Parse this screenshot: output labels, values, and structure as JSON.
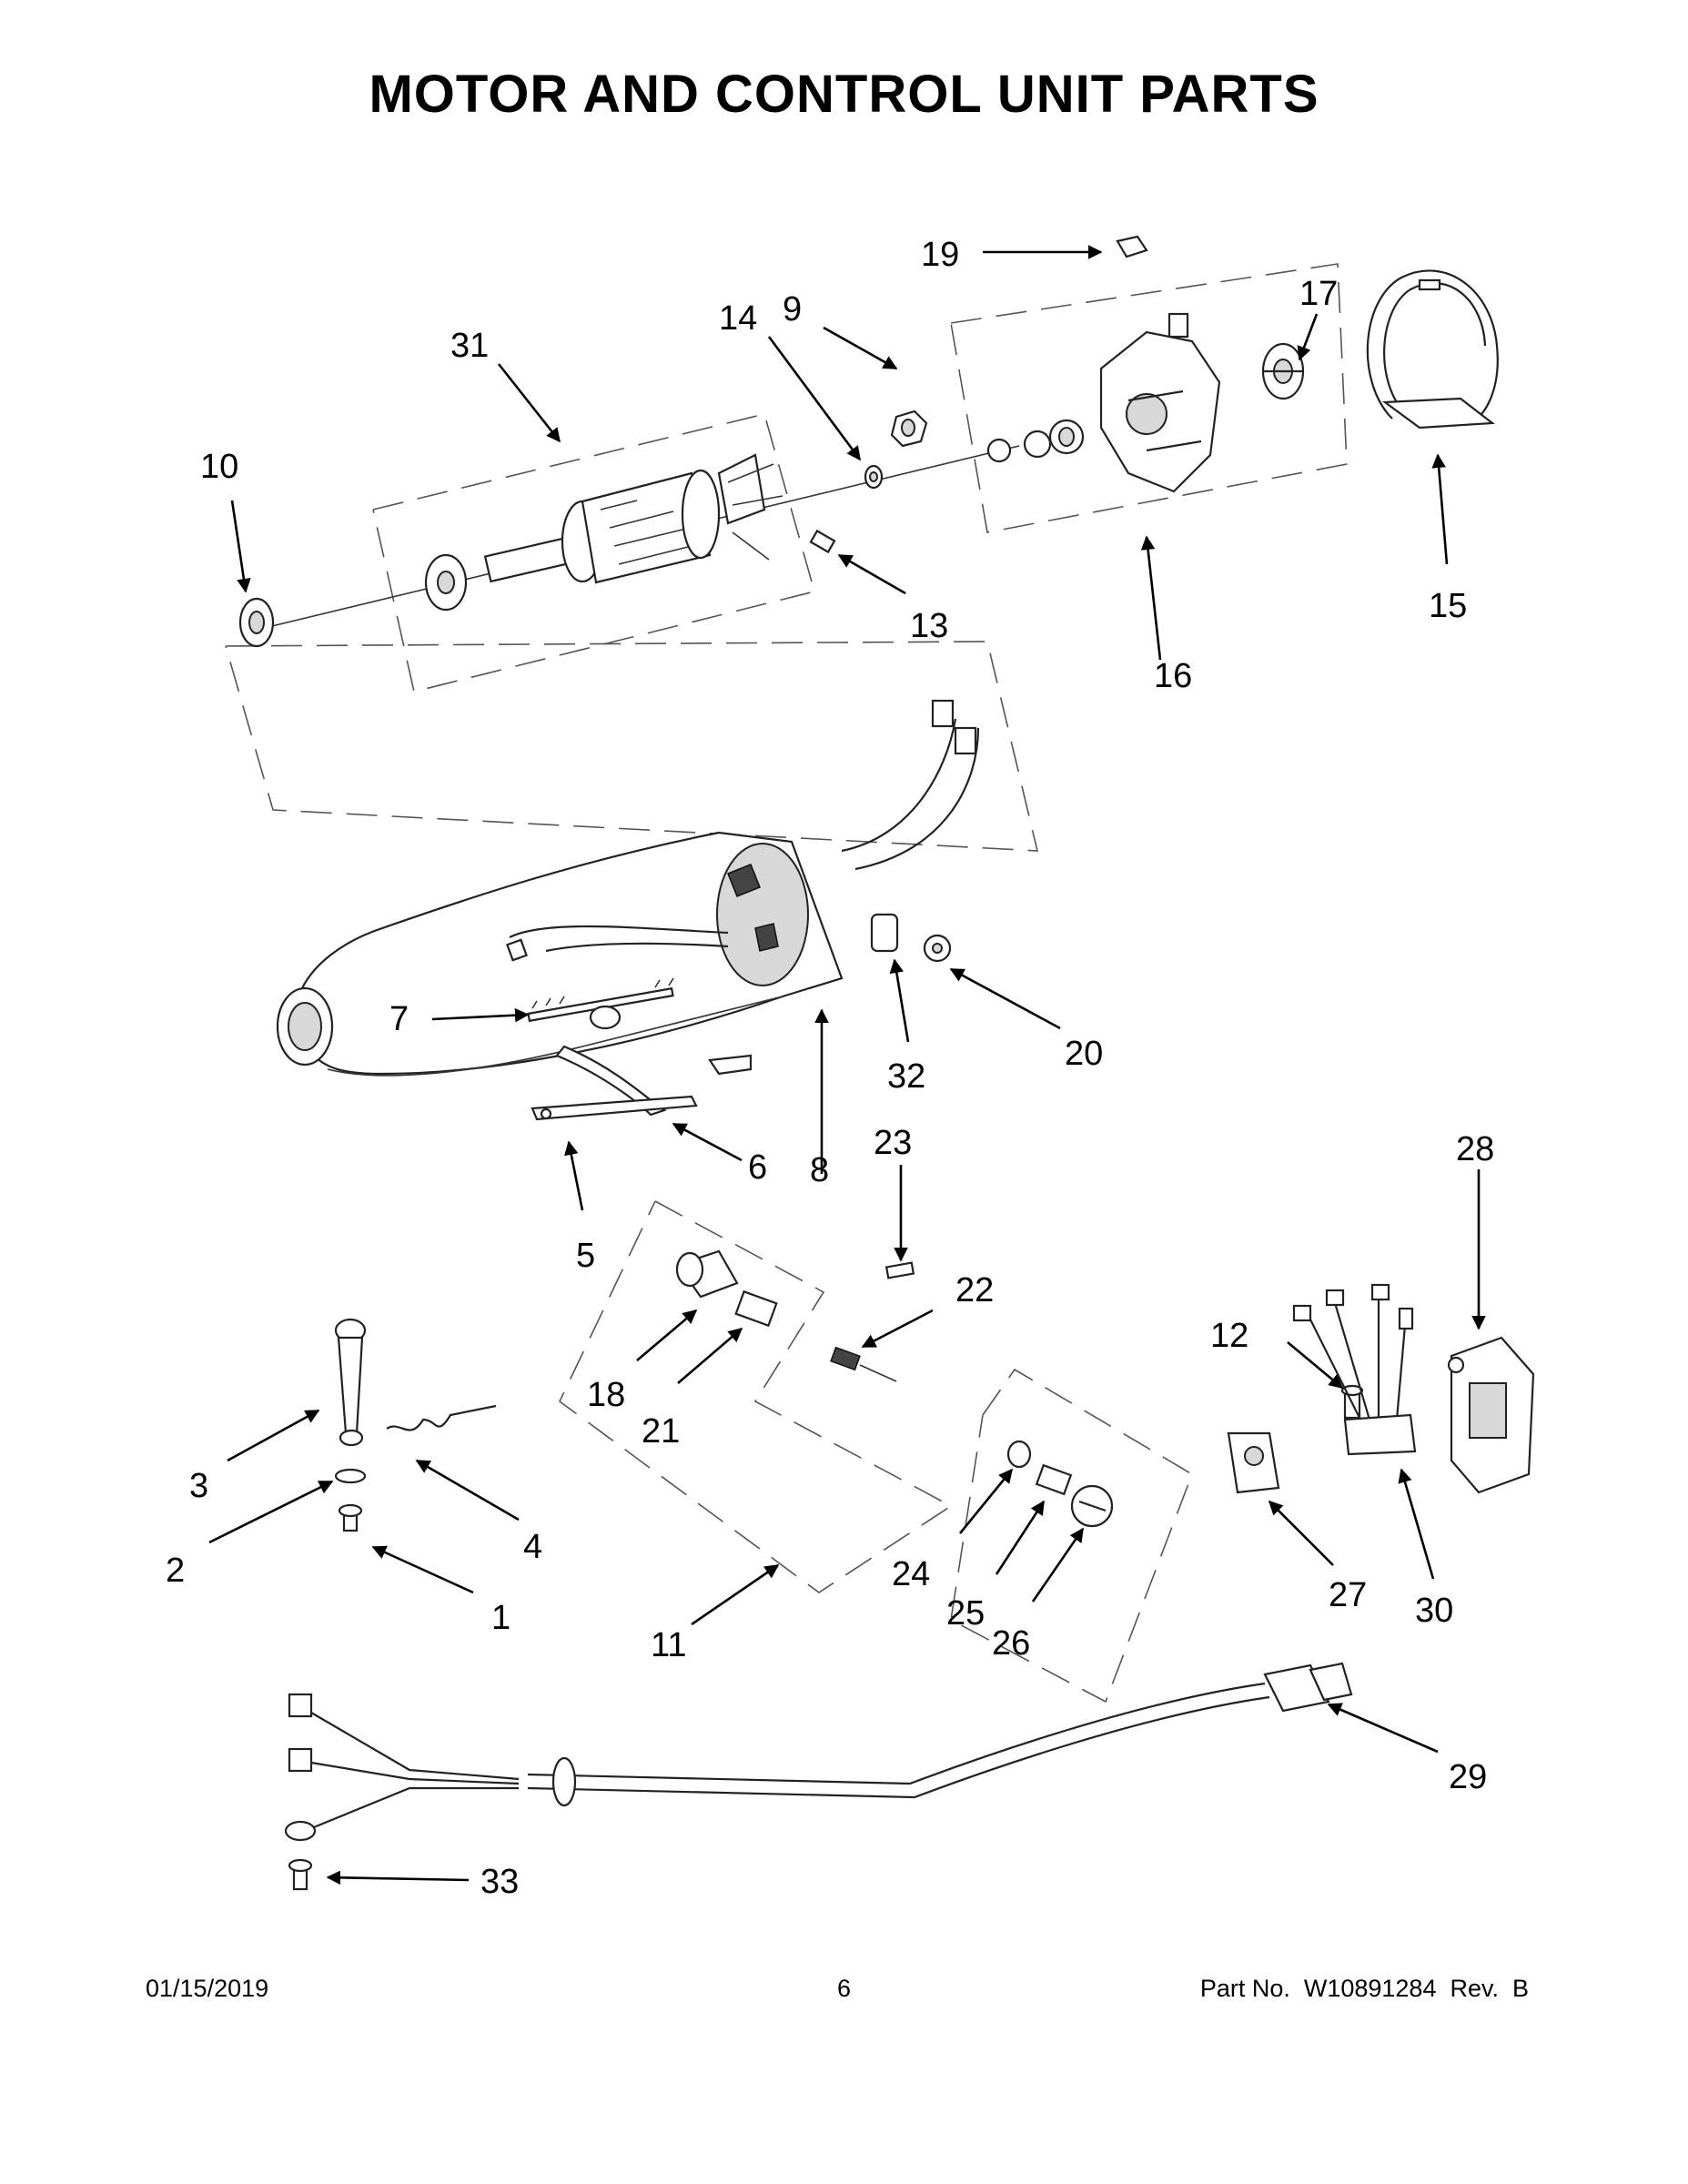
{
  "title": "MOTOR AND CONTROL UNIT PARTS",
  "footer": {
    "date": "01/15/2019",
    "page": "6",
    "part_no": "Part No.  W10891284  Rev.  B"
  },
  "callouts": [
    {
      "id": "c1",
      "label": "1"
    },
    {
      "id": "c2",
      "label": "2"
    },
    {
      "id": "c3",
      "label": "3"
    },
    {
      "id": "c4",
      "label": "4"
    },
    {
      "id": "c5",
      "label": "5"
    },
    {
      "id": "c6",
      "label": "6"
    },
    {
      "id": "c7",
      "label": "7"
    },
    {
      "id": "c8",
      "label": "8"
    },
    {
      "id": "c9",
      "label": "9"
    },
    {
      "id": "c10",
      "label": "10"
    },
    {
      "id": "c11",
      "label": "11"
    },
    {
      "id": "c12",
      "label": "12"
    },
    {
      "id": "c13",
      "label": "13"
    },
    {
      "id": "c14",
      "label": "14"
    },
    {
      "id": "c15",
      "label": "15"
    },
    {
      "id": "c16",
      "label": "16"
    },
    {
      "id": "c17",
      "label": "17"
    },
    {
      "id": "c18",
      "label": "18"
    },
    {
      "id": "c19",
      "label": "19"
    },
    {
      "id": "c20",
      "label": "20"
    },
    {
      "id": "c21",
      "label": "21"
    },
    {
      "id": "c22",
      "label": "22"
    },
    {
      "id": "c23",
      "label": "23"
    },
    {
      "id": "c24",
      "label": "24"
    },
    {
      "id": "c25",
      "label": "25"
    },
    {
      "id": "c26",
      "label": "26"
    },
    {
      "id": "c27",
      "label": "27"
    },
    {
      "id": "c28",
      "label": "28"
    },
    {
      "id": "c29",
      "label": "29"
    },
    {
      "id": "c30",
      "label": "30"
    },
    {
      "id": "c31",
      "label": "31"
    },
    {
      "id": "c32",
      "label": "32"
    },
    {
      "id": "c33",
      "label": "33"
    }
  ]
}
